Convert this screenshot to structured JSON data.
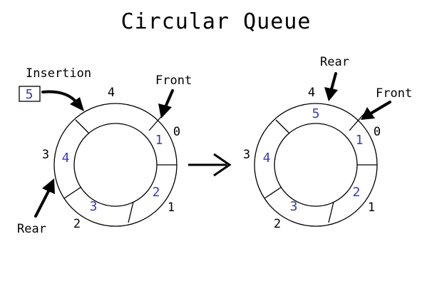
{
  "title": "Circular Queue",
  "colors": {
    "value": "#3b3bb5",
    "stroke": "#000000",
    "background": "#ffffff"
  },
  "left": {
    "insertion_label": "Insertion",
    "insertion_value": "5",
    "front_label": "Front",
    "rear_label": "Rear",
    "indices": [
      "0",
      "1",
      "2",
      "3",
      "4"
    ],
    "values": [
      "1",
      "2",
      "3",
      "4"
    ]
  },
  "right": {
    "front_label": "Front",
    "rear_label": "Rear",
    "indices": [
      "0",
      "1",
      "2",
      "3",
      "4"
    ],
    "values": [
      "1",
      "2",
      "3",
      "4",
      "5"
    ]
  },
  "transition_icon": "right-arrow-icon"
}
